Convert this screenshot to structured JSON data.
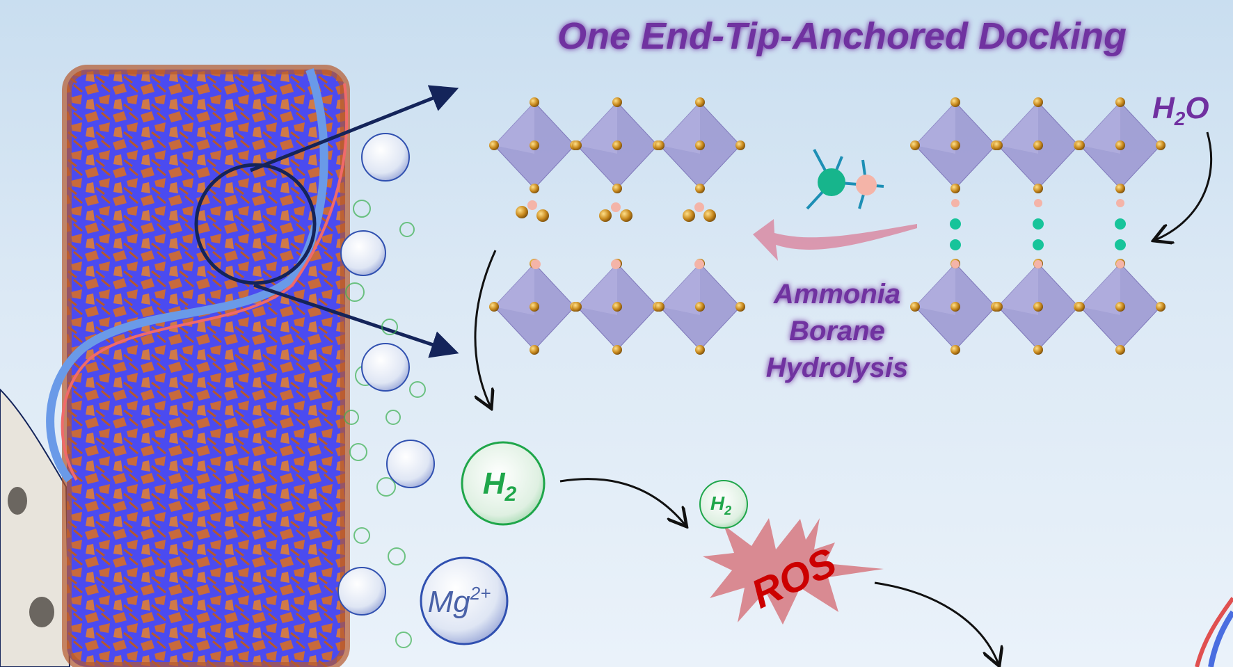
{
  "title": "One End-Tip-Anchored Docking",
  "reaction_label": {
    "line1": "Ammonia",
    "line2": "Borane",
    "line3": "Hydrolysis"
  },
  "water": {
    "base": "H",
    "sub": "2",
    "tail": "O"
  },
  "h2_bubble": {
    "base": "H",
    "sub": "2"
  },
  "mg_bubble": {
    "base": "Mg",
    "sup": "2+"
  },
  "ros": {
    "text": "ROS",
    "h2_base": "H",
    "h2_sub": "2"
  },
  "colors": {
    "title": "#7030a0",
    "tube_core": "#4b4bf0",
    "tube_flakes": "#c86a3c",
    "octahedron": "#9a95d0",
    "atom": "#c98a1e",
    "h2": "#1fa64a",
    "ros": "#cc0000",
    "navy": "#14245a"
  }
}
